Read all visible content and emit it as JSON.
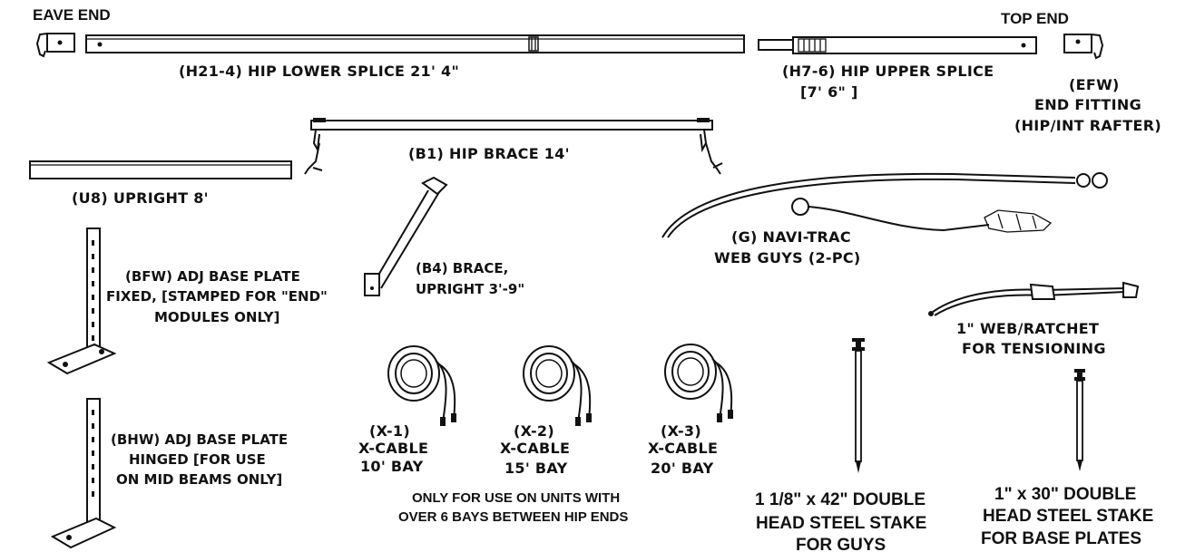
{
  "header": {
    "eave_end": "EAVE END",
    "top_end": "TOP END"
  },
  "parts": {
    "hip_lower_splice": "(H21-4) HIP LOWER SPLICE 21' 4\"",
    "hip_upper_splice_line1": "(H7-6) HIP UPPER SPLICE",
    "hip_upper_splice_line2": "[7' 6\" ]",
    "end_fitting_line1": "(EFW)",
    "end_fitting_line2": "END FITTING",
    "end_fitting_line3": "(HIP/INT RAFTER)",
    "hip_brace": "(B1) HIP BRACE 14'",
    "upright": "(U8) UPRIGHT 8'",
    "brace_upright_line1": "(B4) BRACE,",
    "brace_upright_line2": "UPRIGHT 3'-9\"",
    "web_guys_line1": "(G) NAVI-TRAC",
    "web_guys_line2": "WEB GUYS (2-PC)",
    "base_plate_fixed_line1": "(BFW) ADJ BASE PLATE",
    "base_plate_fixed_line2": "FIXED, [STAMPED FOR \"END\"",
    "base_plate_fixed_line3": "MODULES ONLY]",
    "base_plate_hinged_line1": "(BHW) ADJ BASE PLATE",
    "base_plate_hinged_line2": "HINGED [FOR USE",
    "base_plate_hinged_line3": "ON MID BEAMS ONLY]",
    "web_ratchet_line1": "1\" WEB/RATCHET",
    "web_ratchet_line2": "FOR TENSIONING"
  },
  "xcables": [
    {
      "code": "(X-1)",
      "name": "X-CABLE",
      "bay": "10' BAY"
    },
    {
      "code": "(X-2)",
      "name": "X-CABLE",
      "bay": "15' BAY"
    },
    {
      "code": "(X-3)",
      "name": "X-CABLE",
      "bay": "20' BAY"
    }
  ],
  "xcable_note": {
    "line1": "ONLY FOR USE ON UNITS WITH",
    "line2": "OVER 6 BAYS BETWEEN HIP ENDS"
  },
  "stakes": {
    "guy_stake_line1": "1 1/8\" x 42\" DOUBLE",
    "guy_stake_line2": "HEAD STEEL STAKE",
    "guy_stake_line3": "FOR GUYS",
    "base_stake_line1": "1\" x 30\" DOUBLE",
    "base_stake_line2": "HEAD STEEL STAKE",
    "base_stake_line3": "FOR BASE PLATES"
  }
}
